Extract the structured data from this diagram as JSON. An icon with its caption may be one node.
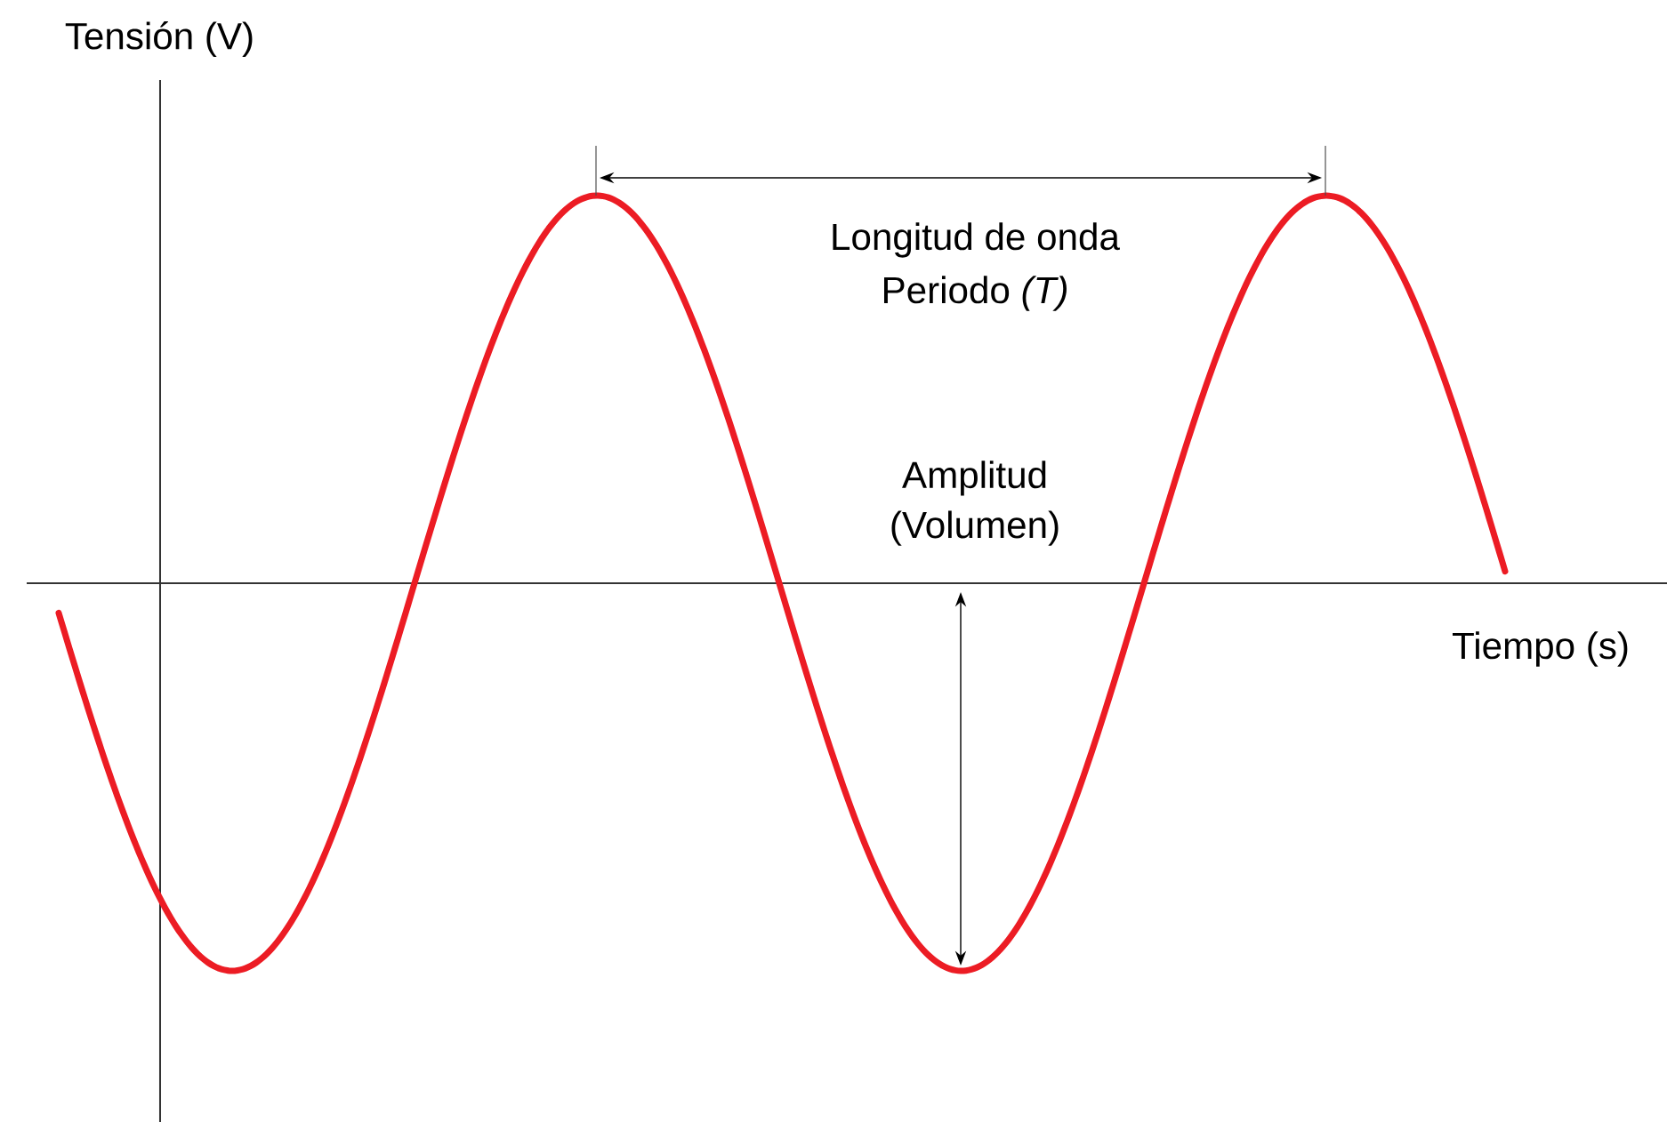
{
  "diagram": {
    "labels": [
      "Tensión (V)",
      "Longitud de onda",
      "Periodo *(T)*",
      "Amplitud (Volumen)",
      "Tiempo (s)"
    ]
  }
}
